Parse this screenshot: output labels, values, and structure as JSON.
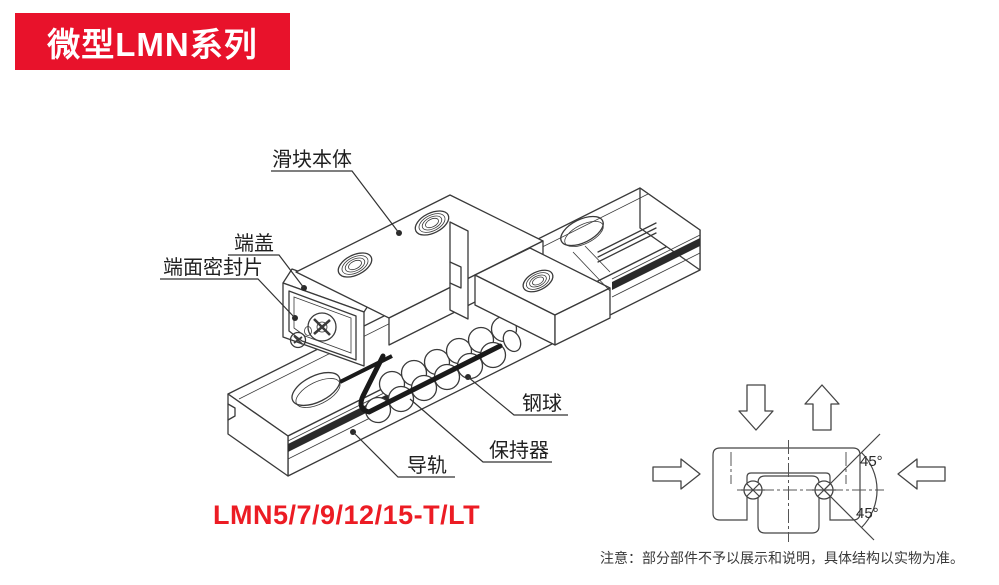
{
  "banner": {
    "title": "微型LMN系列",
    "bg_color": "#E8122B",
    "text_color": "#FFFFFF"
  },
  "model_line": {
    "text": "LMN5/7/9/12/15-T/LT",
    "color": "#EC1C24"
  },
  "note": {
    "text": "注意：部分部件不予以展示和说明，具体结构以实物为准。"
  },
  "diagram": {
    "labels": [
      {
        "id": "slider-body",
        "text": "滑块本体"
      },
      {
        "id": "end-cap",
        "text": "端盖"
      },
      {
        "id": "end-seal",
        "text": "端面密封片"
      },
      {
        "id": "steel-ball",
        "text": "钢球"
      },
      {
        "id": "retainer",
        "text": "保持器"
      },
      {
        "id": "rail",
        "text": "导轨"
      }
    ]
  },
  "section": {
    "angle_labels": [
      "45°",
      "45°"
    ]
  }
}
